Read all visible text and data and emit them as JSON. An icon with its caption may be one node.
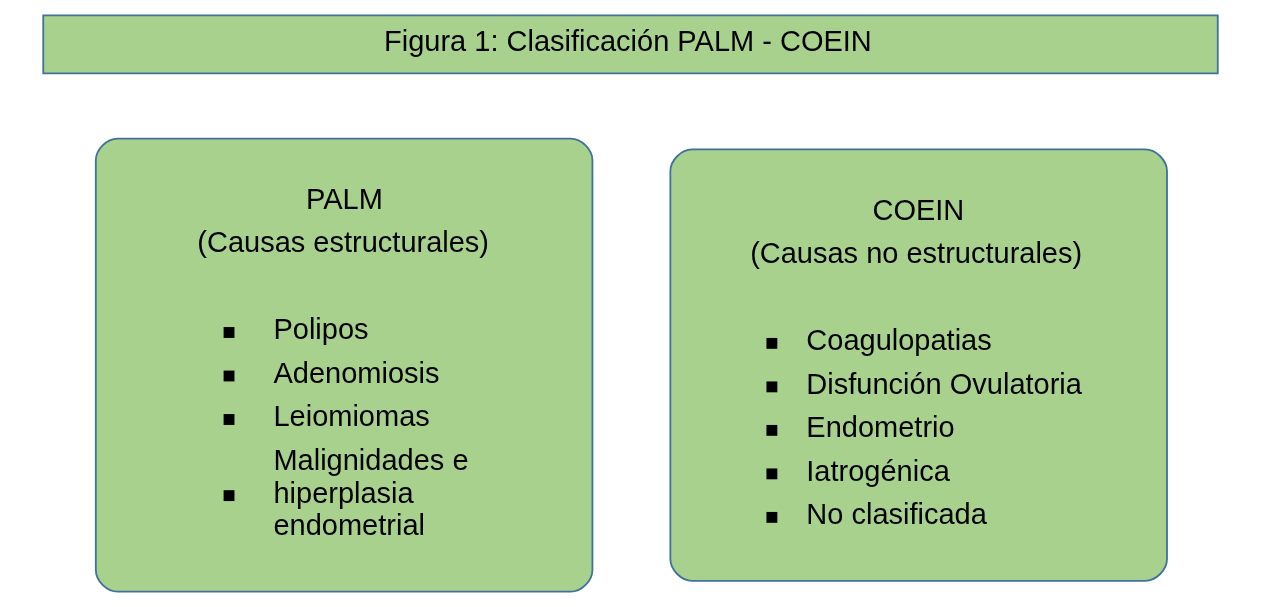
{
  "diagram": {
    "nodes": [
      {
        "text": [
          "Figura 1: Clasificación PALM - COEIN"
        ]
      },
      {
        "text": [
          "PALM",
          "(Causas estructurales)",
          "Polipos",
          "Adenomiosis",
          "Leiomiomas",
          "Malignidades e hiperplasia endometrial"
        ]
      },
      {
        "text": [
          "COEIN",
          "(Causas no estructurales)",
          "Coagulopatias",
          "Disfunción Ovulatoria",
          "Endometrio",
          "Iatrogénica",
          "No clasificada"
        ]
      }
    ],
    "edges": []
  }
}
